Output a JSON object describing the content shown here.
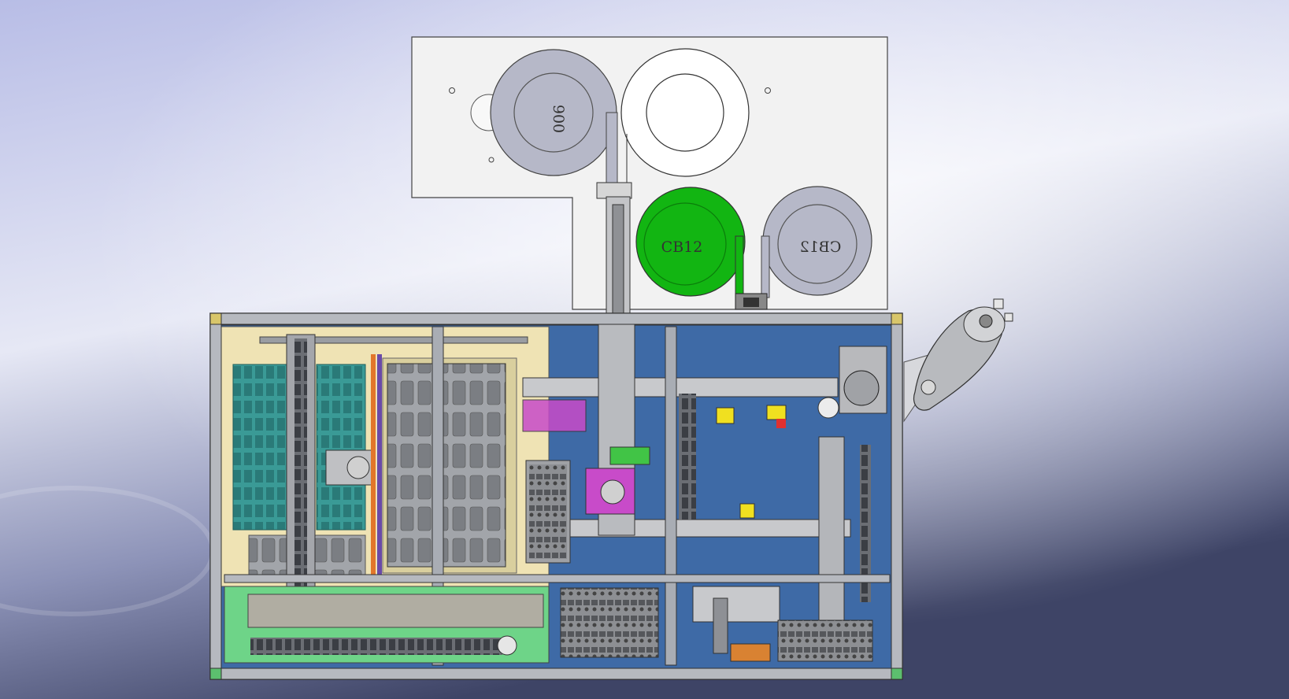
{
  "reels": {
    "top_left_label": "900",
    "green_label": "CB12",
    "right_label": "CB12"
  },
  "colors": {
    "background_top": "#c4c9e8",
    "background_bottom": "#3f4568",
    "plate": "#f2f2f2",
    "reel_gray": "#b6b8c8",
    "reel_green": "#12b512",
    "machine_blue": "#3e6aa6",
    "frame_gray": "#a9adb4",
    "cream": "#efe3b4",
    "teal": "#3a9a96",
    "tray_gray": "#9ea1a6",
    "green_panel": "#6ed488",
    "magenta": "#c84bc9",
    "yellow": "#f0e020"
  },
  "icons": [
    "reel-icon",
    "robot-arm-icon"
  ]
}
